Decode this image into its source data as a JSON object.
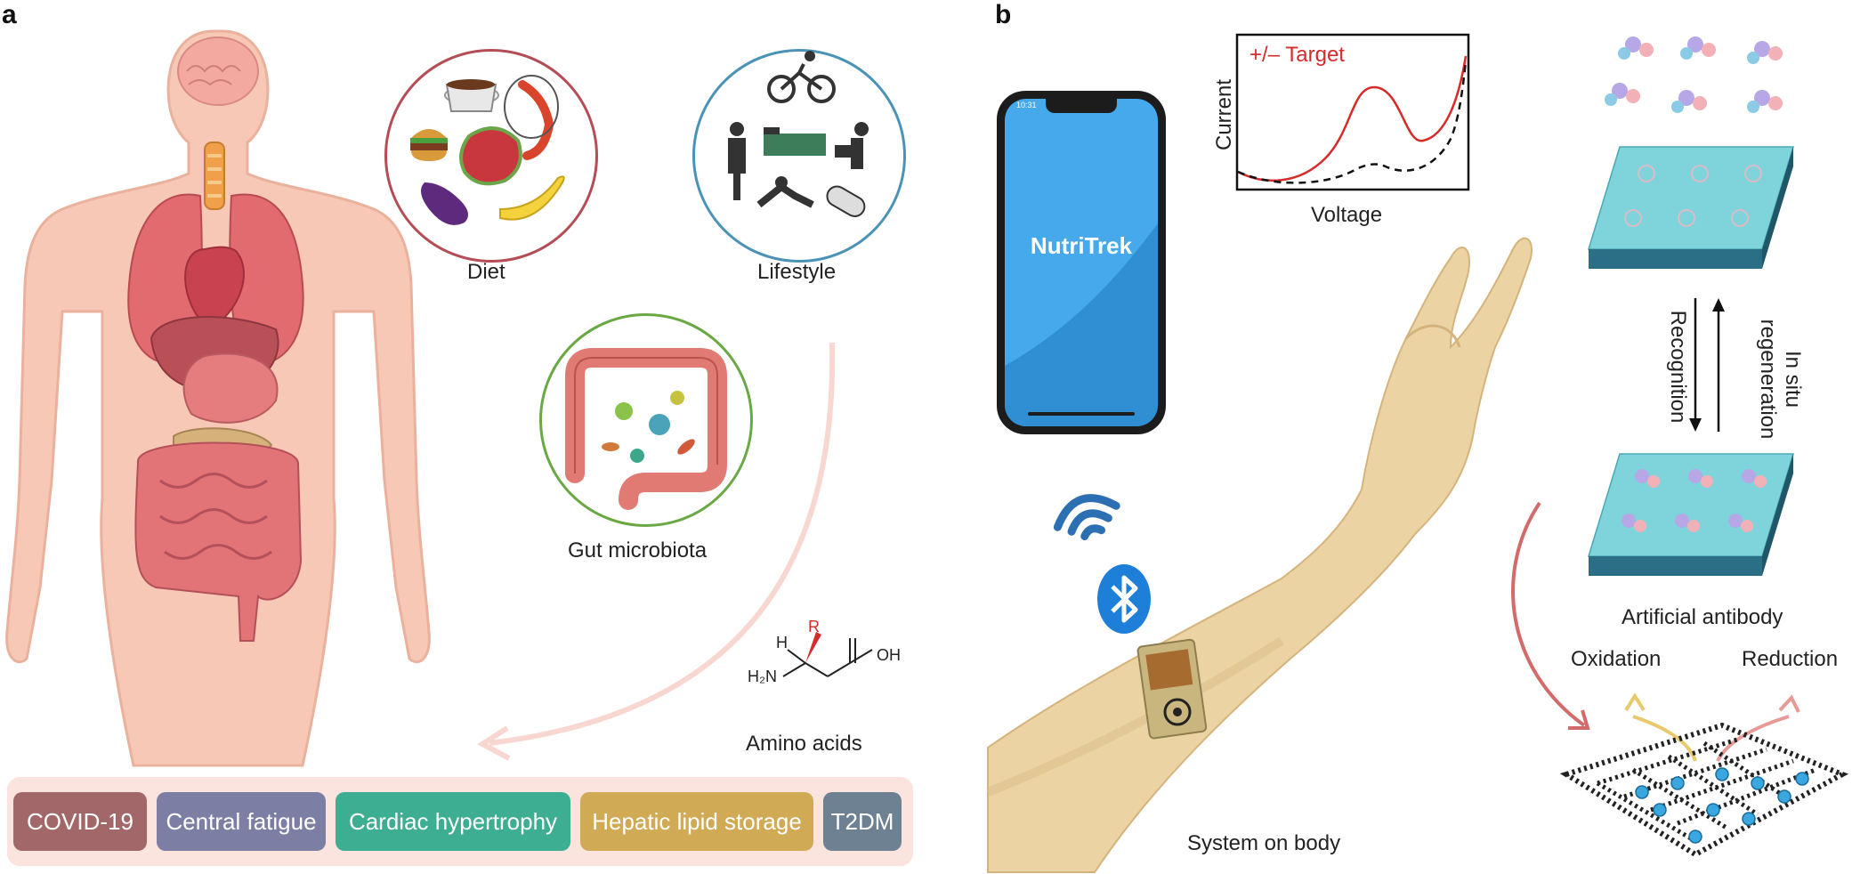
{
  "panel_a": {
    "letter": "a",
    "diet_label": "Diet",
    "lifestyle_label": "Lifestyle",
    "microbiota_label": "Gut microbiota",
    "amino_label": "Amino acids",
    "chem": {
      "r": "R",
      "h": "H",
      "oh": "OH",
      "h2n": "H₂N"
    },
    "diseases": [
      {
        "label": "COVID-19",
        "color": "#a26869"
      },
      {
        "label": "Central fatigue",
        "color": "#7c7ea3"
      },
      {
        "label": "Cardiac hypertrophy",
        "color": "#3eae92"
      },
      {
        "label": "Hepatic lipid storage",
        "color": "#d0aa55"
      },
      {
        "label": "T2DM",
        "color": "#6e8192"
      }
    ]
  },
  "panel_b": {
    "letter": "b",
    "app_name": "NutriTrek",
    "phone_time": "10:31",
    "plot": {
      "legend": "+/– Target",
      "xlabel": "Voltage",
      "ylabel": "Current",
      "target_color": "#d62b2b"
    },
    "recognition_label": "Recognition",
    "regeneration_label": "In situ regeneration",
    "antibody_label": "Artificial antibody",
    "oxidation_label": "Oxidation",
    "reduction_label": "Reduction",
    "system_label": "System on body"
  }
}
